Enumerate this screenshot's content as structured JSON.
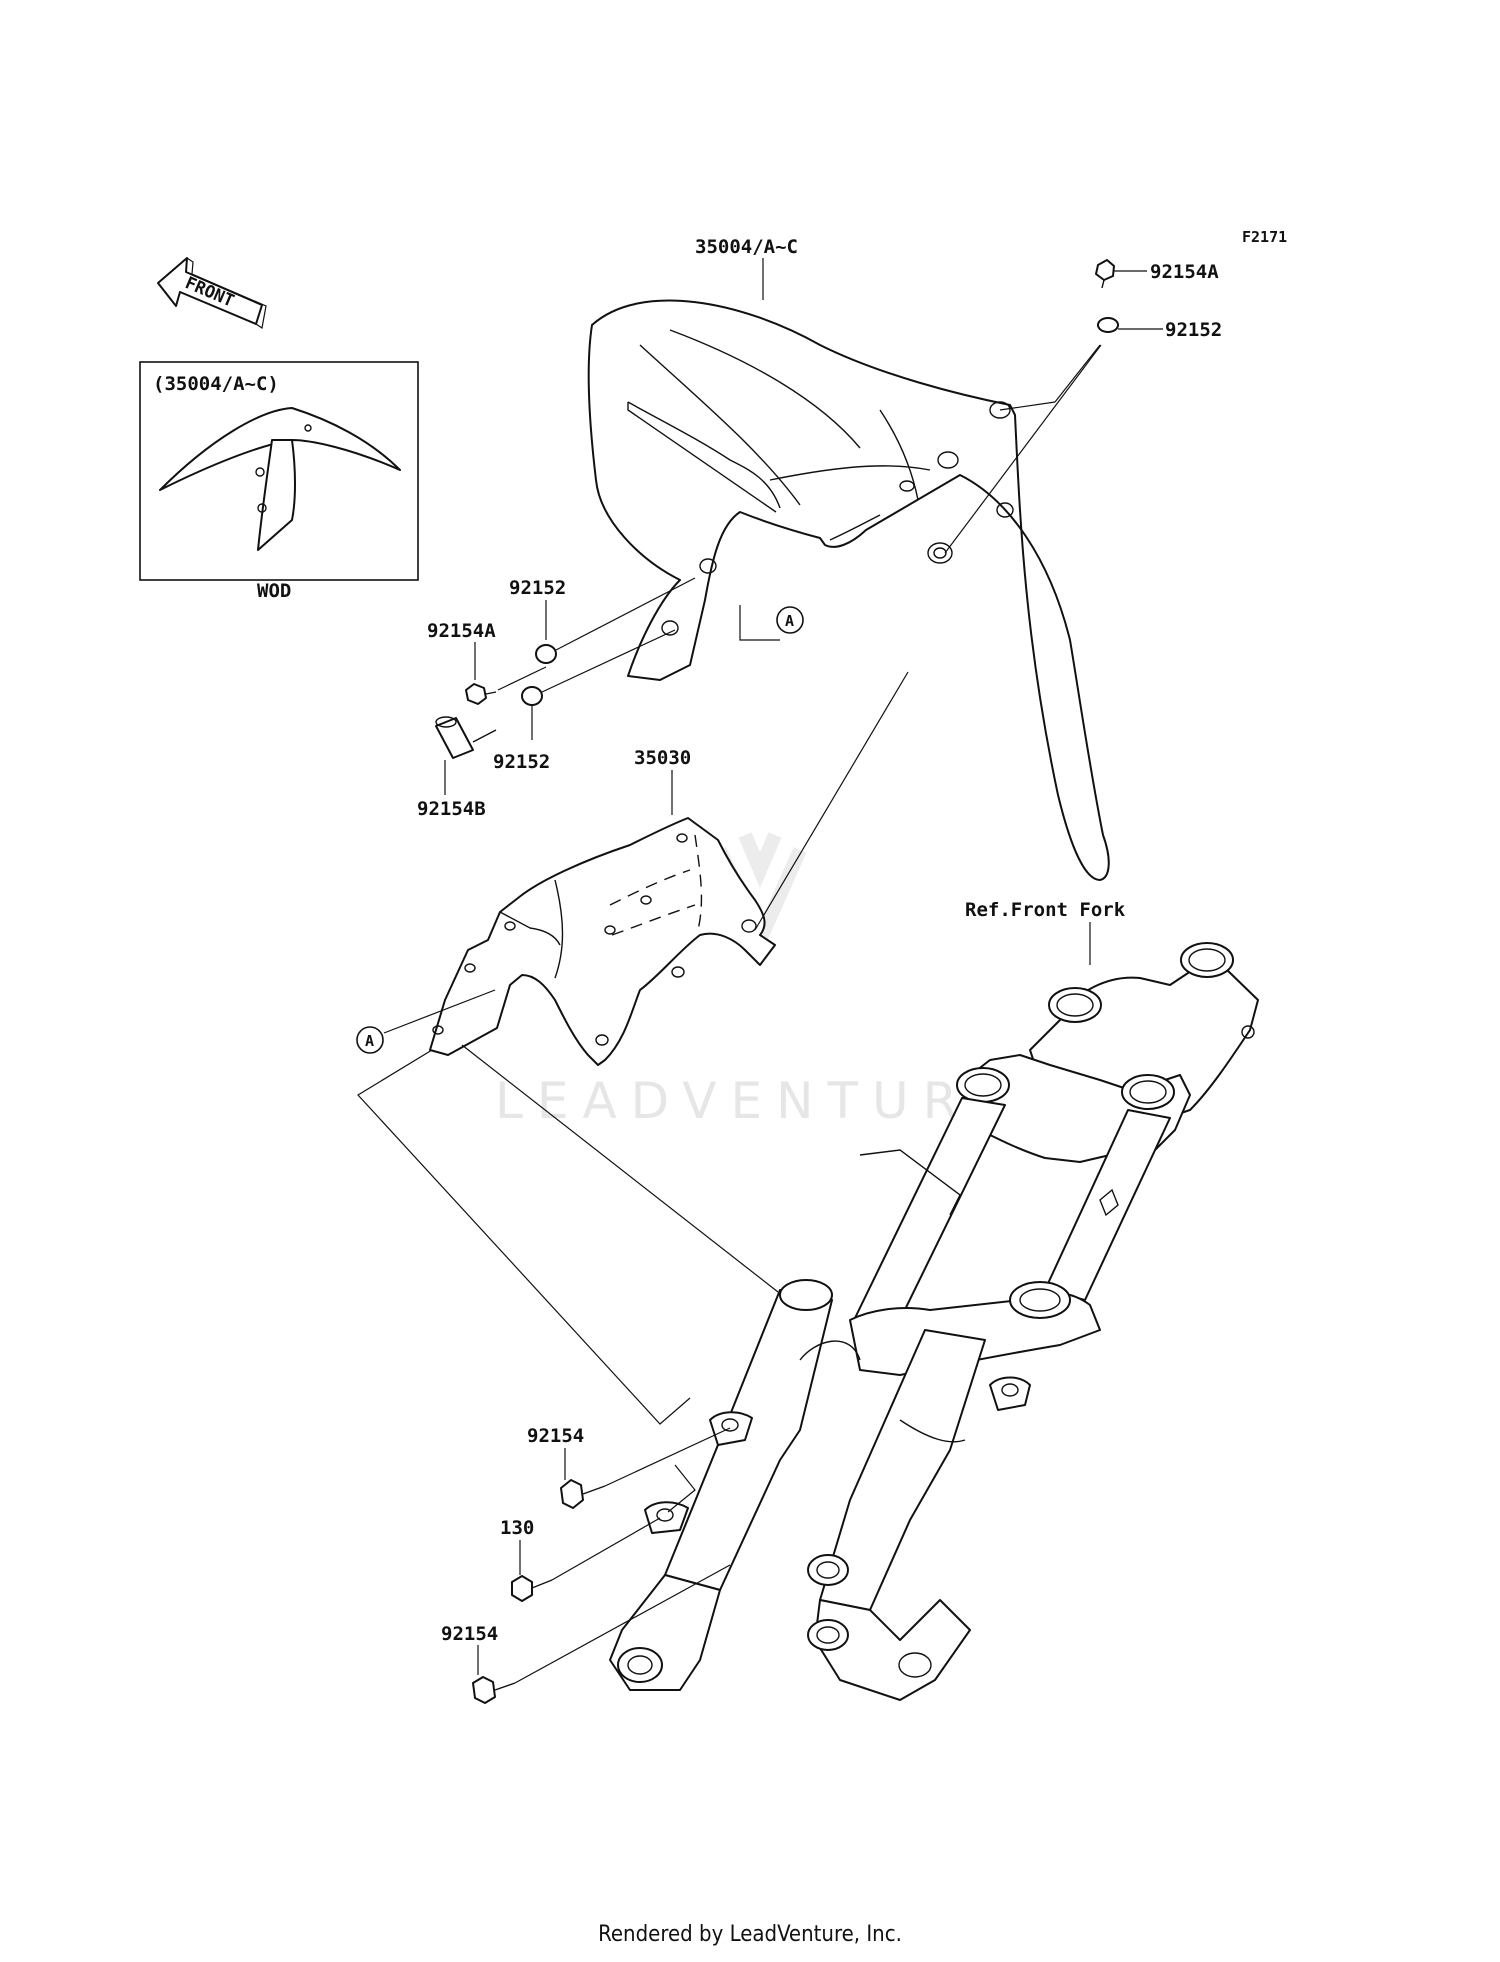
{
  "figure_code": "F2171",
  "front_indicator": "FRONT",
  "inset": {
    "label": "(35004/A~C)",
    "caption": "WOD"
  },
  "parts": {
    "fender": "35004/A~C",
    "cover": "35030",
    "bolt_92154a_top": "92154A",
    "washer_92152_top": "92152",
    "washer_92152_left_upper": "92152",
    "bolt_92154a_left": "92154A",
    "washer_92152_left_lower": "92152",
    "bolt_92154b": "92154B",
    "bolt_92154_upper": "92154",
    "bolt_130": "130",
    "bolt_92154_lower": "92154"
  },
  "reference": "Ref.Front Fork",
  "callout_a": "A",
  "watermark": "LEADVENTURE",
  "footer": "Rendered by LeadVenture, Inc."
}
